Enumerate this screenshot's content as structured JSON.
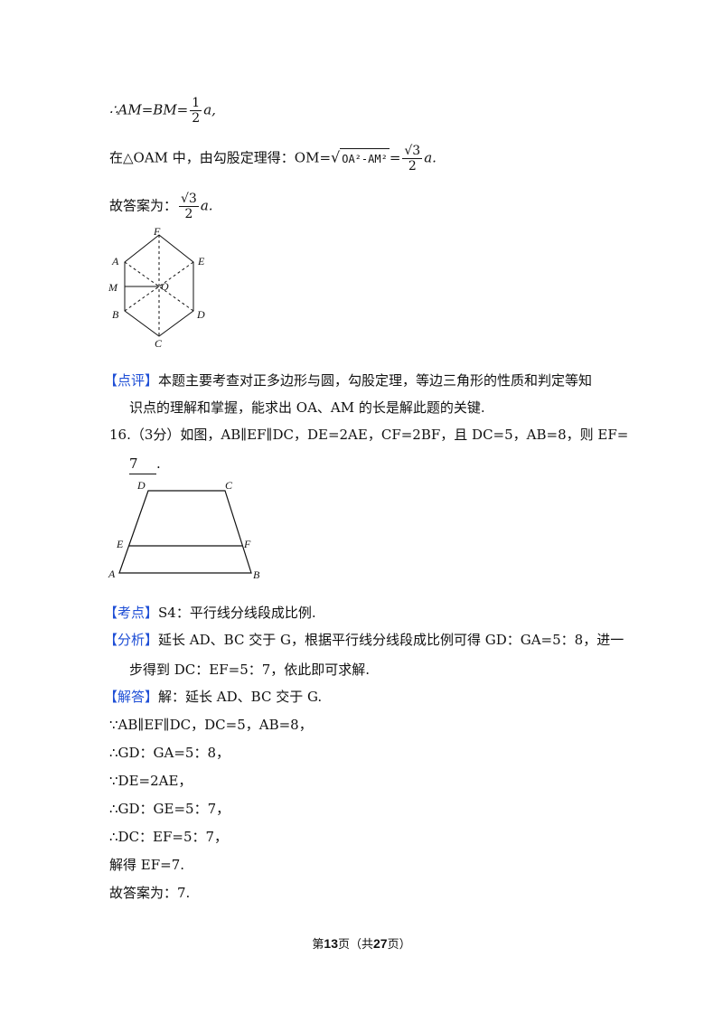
{
  "top": {
    "line1_lhs": "∴AM=BM=",
    "line1_num": "1",
    "line1_den": "2",
    "line1_tail": "a,",
    "line2_text": "在△OAM 中，由勾股定理得：OM=",
    "line2_sqrt_content": "OA²-AM²",
    "line2_eq": "=",
    "line2_frac_num": "√3",
    "line2_frac_den": "2",
    "line2_tail": "a.",
    "line3_text": "故答案为：",
    "line3_frac_num": "√3",
    "line3_frac_den": "2",
    "line3_tail": "a."
  },
  "hexagon": {
    "labels": {
      "F": "F",
      "E": "E",
      "A": "A",
      "M": "M",
      "O": "O",
      "B": "B",
      "D": "D",
      "C": "C"
    }
  },
  "comment": {
    "tag": "【点评】",
    "text1": "本题主要考查对正多边形与圆，勾股定理，等边三角形的性质和判定等知",
    "text2": "识点的理解和掌握，能求出 OA、AM 的长是解此题的关键."
  },
  "q16": {
    "stem1": "16.（3分）如图，AB∥EF∥DC，DE=2AE，CF=2BF，且 DC=5，AB=8，则 EF=",
    "answer": "7",
    "stem2_tail": "."
  },
  "trapezoid": {
    "labels": {
      "D": "D",
      "C": "C",
      "E": "E",
      "F": "F",
      "A": "A",
      "B": "B"
    }
  },
  "solution": {
    "kaodian_tag": "【考点】",
    "kaodian_text": "S4：平行线分线段成比例.",
    "fenxi_tag": "【分析】",
    "fenxi_text1": "延长 AD、BC 交于 G，根据平行线分线段成比例可得 GD：GA=5：8，进一",
    "fenxi_text2": "步得到 DC：EF=5：7，依此即可求解.",
    "jieda_tag": "【解答】",
    "jieda_text": "解：延长 AD、BC 交于 G.",
    "steps": [
      "∵AB∥EF∥DC，DC=5，AB=8，",
      "∴GD：GA=5：8，",
      "∵DE=2AE，",
      "∴GD：GE=5：7，",
      "∴DC：EF=5：7，",
      "解得 EF=7.",
      "故答案为：7."
    ]
  },
  "footer": {
    "pre": "第",
    "page": "13",
    "mid": "页（共",
    "total": "27",
    "post": "页）"
  }
}
